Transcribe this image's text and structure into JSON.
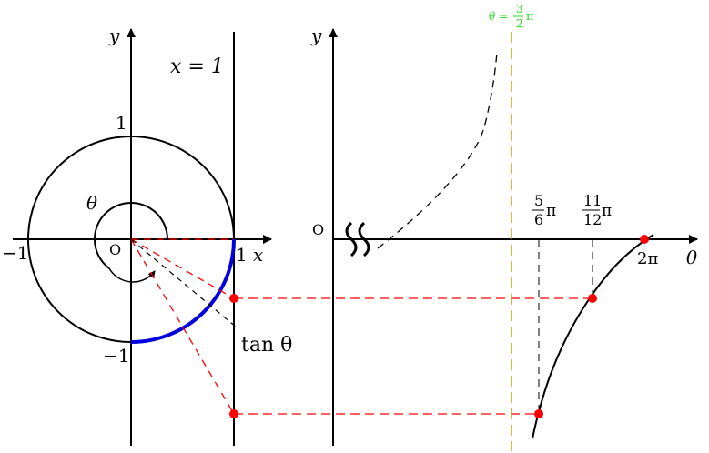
{
  "left": {
    "axis_y": "y",
    "axis_x": "x",
    "line_label": "x = 1",
    "one_top": "1",
    "one_right": "1",
    "minus_one_left": "−1",
    "minus_one_bottom": "−1",
    "origin": "O",
    "angle": "θ",
    "tan_label": "tan θ"
  },
  "right": {
    "axis_y": "y",
    "axis_theta": "θ",
    "origin": "O",
    "asymptote": {
      "lhs": "θ =",
      "num": "3",
      "den": "2",
      "pi": "π"
    },
    "tick_5_6": {
      "num": "5",
      "den": "6",
      "pi": "π"
    },
    "tick_11_12": {
      "num": "11",
      "den": "12",
      "pi": "π"
    },
    "tick_2pi": "2π"
  },
  "colors": {
    "axis": "#000000",
    "arc": "#0000dd",
    "projection": "#ff0000",
    "point": "#ff0000",
    "asymptote": "#c8a400",
    "asymptote_label": "#22dd22",
    "curve": "#000000"
  }
}
